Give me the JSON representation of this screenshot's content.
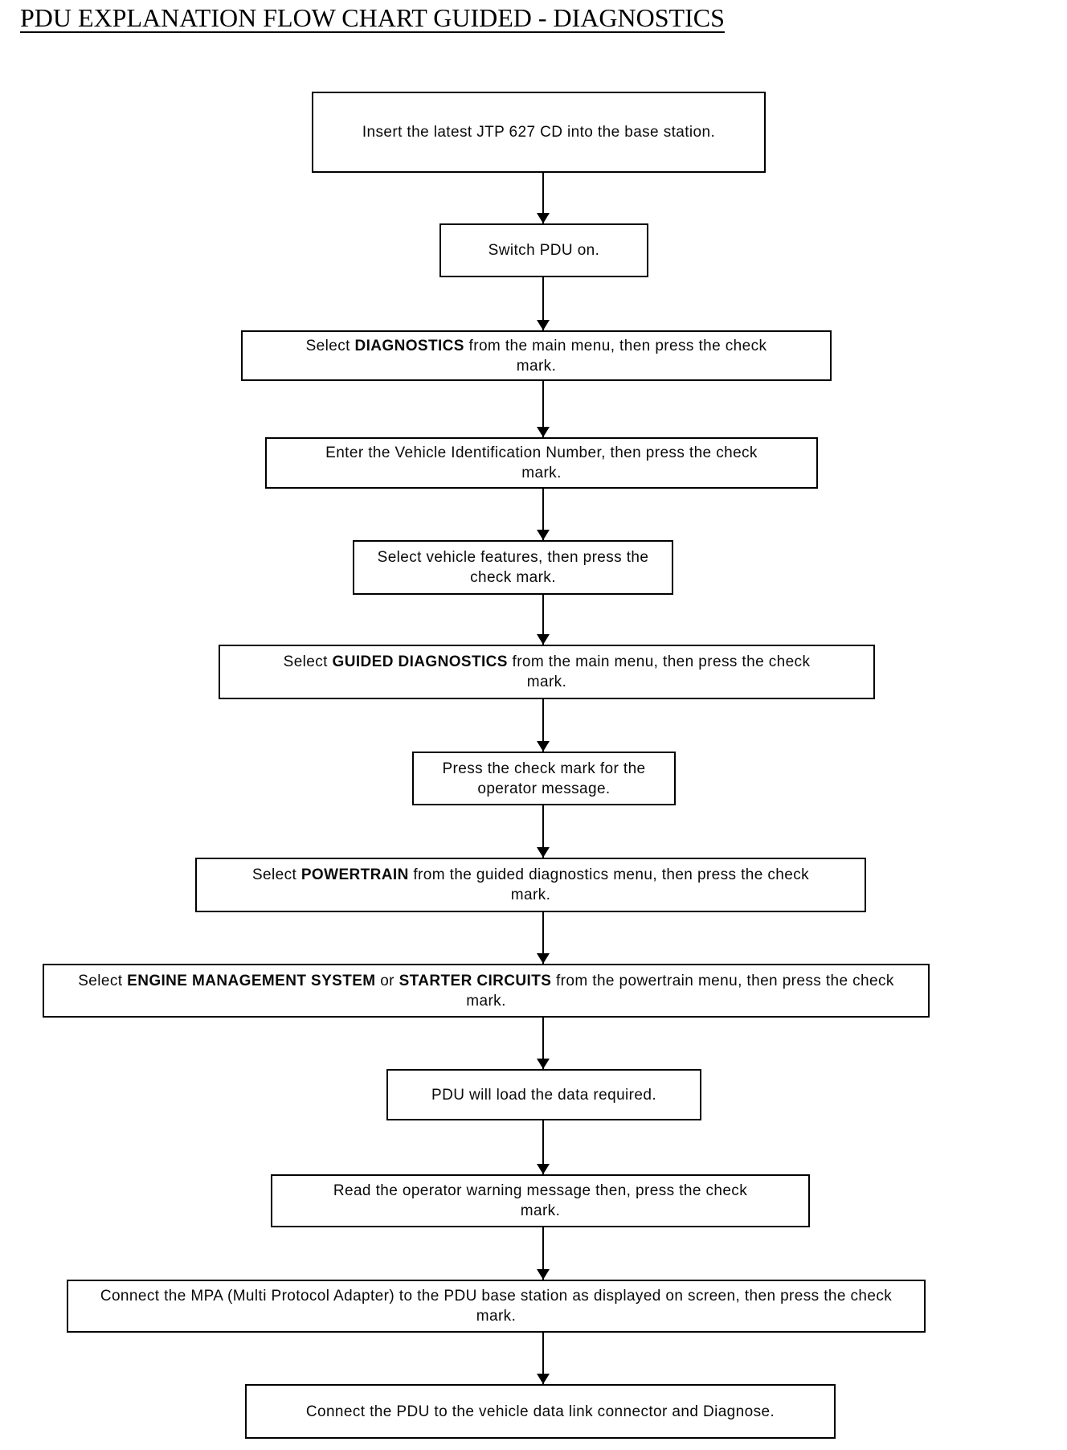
{
  "page_title": "PDU EXPLANATION FLOW CHART GUIDED - DIAGNOSTICS",
  "flowchart": {
    "steps": [
      {
        "name": "insert-cd",
        "lines": [
          [
            {
              "text": "Insert the latest JTP 627 CD into the base station.",
              "bold": false
            }
          ]
        ]
      },
      {
        "name": "switch-pdu-on",
        "lines": [
          [
            {
              "text": "Switch PDU on.",
              "bold": false
            }
          ]
        ]
      },
      {
        "name": "select-diagnostics",
        "lines": [
          [
            {
              "text": "Select ",
              "bold": false
            },
            {
              "text": "DIAGNOSTICS",
              "bold": true
            },
            {
              "text": " from the main menu, then press the check",
              "bold": false
            }
          ],
          [
            {
              "text": "mark.",
              "bold": false
            }
          ]
        ]
      },
      {
        "name": "enter-vin",
        "lines": [
          [
            {
              "text": "Enter the Vehicle Identification Number, then press the check",
              "bold": false
            }
          ],
          [
            {
              "text": "mark.",
              "bold": false
            }
          ]
        ]
      },
      {
        "name": "select-vehicle-features",
        "lines": [
          [
            {
              "text": "Select vehicle features, then press the",
              "bold": false
            }
          ],
          [
            {
              "text": "check mark.",
              "bold": false
            }
          ]
        ]
      },
      {
        "name": "select-guided-diagnostics",
        "lines": [
          [
            {
              "text": "Select ",
              "bold": false
            },
            {
              "text": "GUIDED DIAGNOSTICS",
              "bold": true
            },
            {
              "text": " from the main menu, then press the check",
              "bold": false
            }
          ],
          [
            {
              "text": "mark.",
              "bold": false
            }
          ]
        ]
      },
      {
        "name": "press-check-operator-message",
        "lines": [
          [
            {
              "text": "Press the check mark for the",
              "bold": false
            }
          ],
          [
            {
              "text": "operator message.",
              "bold": false
            }
          ]
        ]
      },
      {
        "name": "select-powertrain",
        "lines": [
          [
            {
              "text": "Select ",
              "bold": false
            },
            {
              "text": "POWERTRAIN",
              "bold": true
            },
            {
              "text": " from the guided diagnostics menu, then press the check",
              "bold": false
            }
          ],
          [
            {
              "text": "mark.",
              "bold": false
            }
          ]
        ]
      },
      {
        "name": "select-engine-management-or-starter",
        "lines": [
          [
            {
              "text": "Select ",
              "bold": false
            },
            {
              "text": "ENGINE MANAGEMENT SYSTEM",
              "bold": true
            },
            {
              "text": " or ",
              "bold": false
            },
            {
              "text": "STARTER CIRCUITS",
              "bold": true
            },
            {
              "text": " from the powertrain menu, then press the check",
              "bold": false
            }
          ],
          [
            {
              "text": "mark.",
              "bold": false
            }
          ]
        ]
      },
      {
        "name": "pdu-loads-data",
        "lines": [
          [
            {
              "text": "PDU will load the data required.",
              "bold": false
            }
          ]
        ]
      },
      {
        "name": "read-warning-message",
        "lines": [
          [
            {
              "text": "Read the operator warning message then, press the check",
              "bold": false
            }
          ],
          [
            {
              "text": "mark.",
              "bold": false
            }
          ]
        ]
      },
      {
        "name": "connect-mpa",
        "lines": [
          [
            {
              "text": "Connect the MPA (Multi Protocol Adapter) to the PDU base station as displayed on screen, then press the check",
              "bold": false
            }
          ],
          [
            {
              "text": "mark.",
              "bold": false
            }
          ]
        ]
      },
      {
        "name": "connect-pdu-diagnose",
        "lines": [
          [
            {
              "text": "Connect the PDU to the vehicle data link connector and Diagnose.",
              "bold": false
            }
          ]
        ]
      }
    ]
  }
}
